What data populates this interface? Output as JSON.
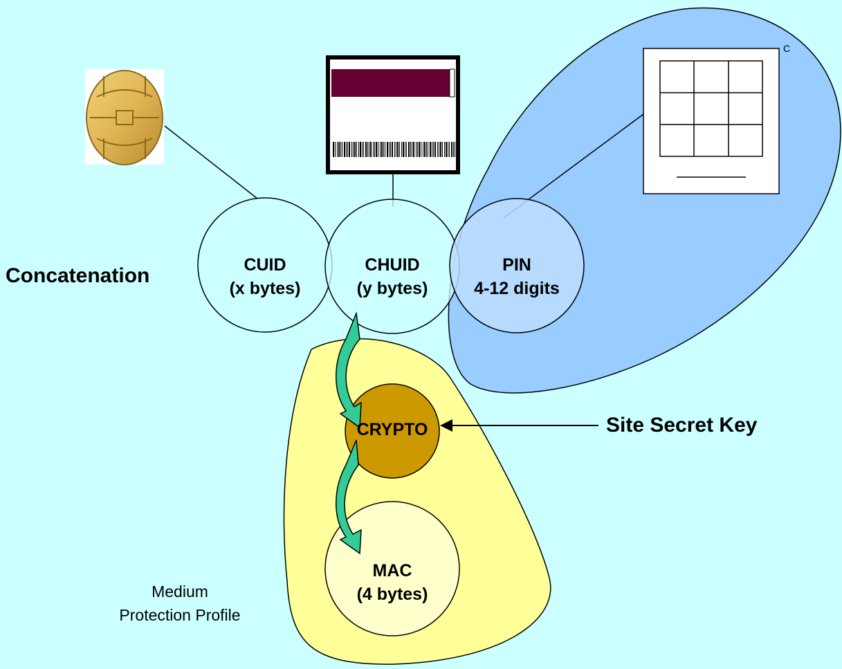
{
  "labels": {
    "concatenation": "Concatenation",
    "cuid": {
      "line1": "CUID",
      "line2": "(x bytes)"
    },
    "chuid": {
      "line1": "CHUID",
      "line2": "(y bytes)"
    },
    "pin": {
      "line1": "PIN",
      "line2": "4-12 digits"
    },
    "crypto": "CRYPTO",
    "mac": {
      "line1": "MAC",
      "line2": "(4 bytes)"
    },
    "site_secret_key": "Site Secret Key",
    "profile": {
      "line1": "Medium",
      "line2": "Protection Profile"
    },
    "pinpad_corner": "C"
  },
  "colors": {
    "background": "#ccffff",
    "circle_fill": "#ccffff",
    "pin_region": "#99ccff",
    "pin_circle": "#bbddff",
    "profile_region": "#ffff99",
    "crypto_fill": "#cc9900",
    "mac_fill": "#ffffcc",
    "arrow_green": "#33cc99",
    "card_stripe": "#660033"
  },
  "icons": [
    "smart-chip-icon",
    "id-card-icon",
    "pin-pad-icon",
    "curved-arrow-icon"
  ]
}
